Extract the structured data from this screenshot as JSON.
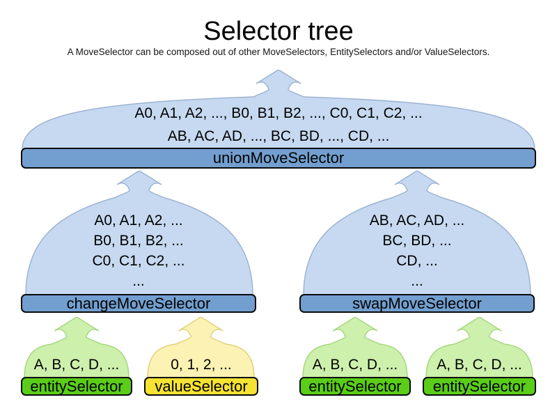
{
  "title": "Selector tree",
  "subtitle": "A MoveSelector can be composed out of other MoveSelectors, EntitySelectors and/or ValueSelectors.",
  "tree": {
    "union": {
      "label": "unionMoveSelector",
      "lines": [
        "A0, A1, A2, ..., B0, B1, B2, ..., C0, C1, C2, ...",
        "AB, AC, AD, ..., BC, BD, ..., CD, ..."
      ]
    },
    "change": {
      "label": "changeMoveSelector",
      "lines": [
        "A0, A1, A2, ...",
        "B0, B1, B2, ...",
        "C0, C1, C2, ...",
        "..."
      ]
    },
    "swap": {
      "label": "swapMoveSelector",
      "lines": [
        "AB, AC, AD, ...",
        "BC, BD, ...",
        "CD, ...",
        "..."
      ]
    },
    "entity_left": {
      "label": "entitySelector",
      "lines": [
        "A, B, C, D, ..."
      ]
    },
    "value_left": {
      "label": "valueSelector",
      "lines": [
        "0, 1, 2, ..."
      ]
    },
    "entity_mid": {
      "label": "entitySelector",
      "lines": [
        "A, B, C, D, ..."
      ]
    },
    "entity_right": {
      "label": "entitySelector",
      "lines": [
        "A, B, C, D, ..."
      ]
    }
  },
  "colors": {
    "funnel-blue": "#c6d9f0",
    "funnel-blue-stroke": "#9db3d1",
    "bar-blue": "#729fcf",
    "funnel-green": "#cdf0ad",
    "funnel-green-stroke": "#a6d77f",
    "bar-green": "#5acd19",
    "funnel-yellow": "#fbf2b4",
    "funnel-yellow-stroke": "#e0d17a",
    "bar-yellow": "#f5e232"
  }
}
